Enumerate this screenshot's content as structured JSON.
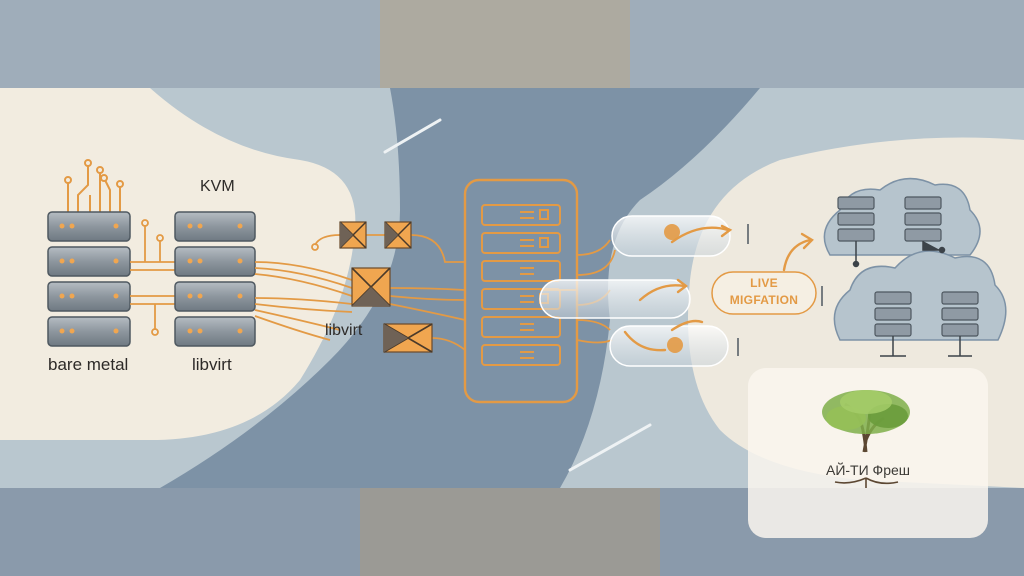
{
  "labels": {
    "kvm": "KVM",
    "bare_metal": "bare metal",
    "libvirt_left": "libvirt",
    "libvirt_middle": "libvirt",
    "live_migration_line1": "LIVE",
    "live_migration_line2": "MIGFATION"
  },
  "logo": {
    "caption": "АЙ-ТИ Фреш"
  },
  "colors": {
    "accent_orange": "#e39a45",
    "slate_blue": "#7d92a6",
    "light_blue": "#b9c7cf",
    "cream": "#f2ece0",
    "server_gray": "#9aa4ad"
  },
  "icons": [
    "server-rack-icon",
    "envelope-icon",
    "cloud-icon",
    "arrow-icon",
    "tree-logo-icon"
  ]
}
